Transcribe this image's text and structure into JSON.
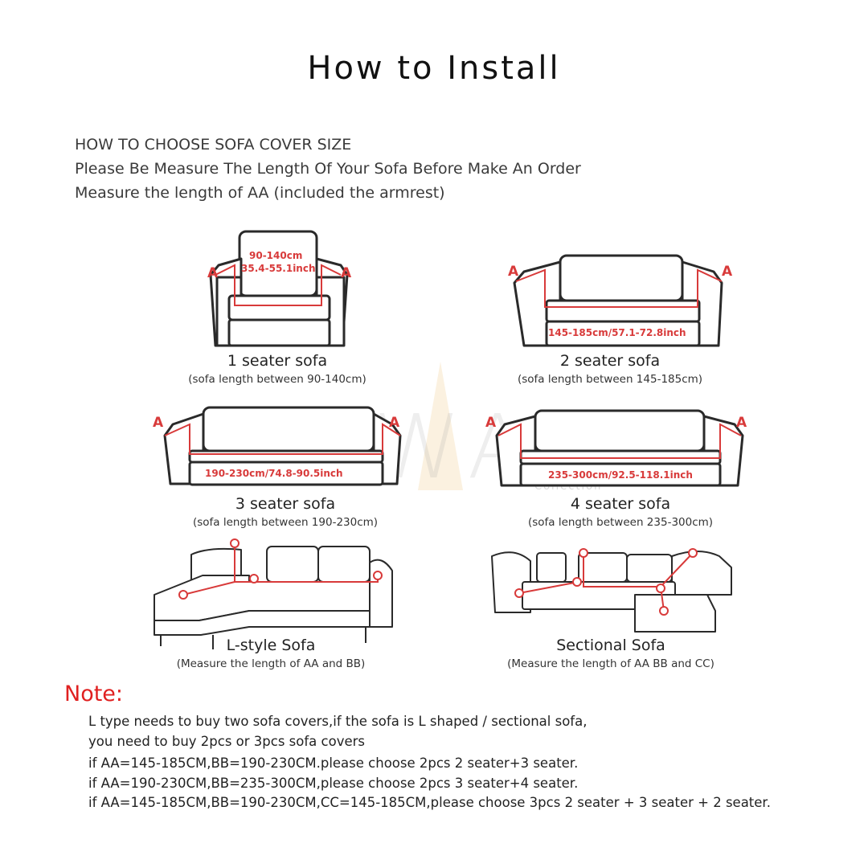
{
  "title": "How  to Install",
  "intro": {
    "line1": "HOW TO CHOOSE SOFA COVER SIZE",
    "line2": "Please Be Measure The Length Of Your Sofa Before Make An Order",
    "line3": "Measure the length of AA (included the armrest)"
  },
  "watermark": {
    "brand": "NEWAGE",
    "sub": "Collection"
  },
  "sofas": [
    {
      "name": "1 seater sofa",
      "sub": "(sofa length between 90-140cm)",
      "dim1": "90-140cm",
      "dim2": "35.4-55.1inch",
      "marker": "A"
    },
    {
      "name": "2 seater sofa",
      "sub": "(sofa length between 145-185cm)",
      "dim": "145-185cm/57.1-72.8inch",
      "marker": "A"
    },
    {
      "name": "3 seater sofa",
      "sub": "(sofa length between 190-230cm)",
      "dim": "190-230cm/74.8-90.5inch",
      "marker": "A"
    },
    {
      "name": "4 seater sofa",
      "sub": "(sofa length between 235-300cm)",
      "dim": "235-300cm/92.5-118.1inch",
      "marker": "A"
    },
    {
      "name": "L-style Sofa",
      "sub": "(Measure the length of AA and BB)"
    },
    {
      "name": "Sectional Sofa",
      "sub": "(Measure the length of AA BB and CC)"
    }
  ],
  "note": {
    "title": "Note:",
    "lines": [
      "L type needs to buy two sofa covers,if the sofa is L shaped / sectional sofa,",
      "you need to buy 2pcs or 3pcs sofa covers",
      "if AA=145-185CM,BB=190-230CM.please choose 2pcs 2 seater+3 seater.",
      "if AA=190-230CM,BB=235-300CM,please choose 2pcs 3 seater+4 seater.",
      "if AA=145-185CM,BB=190-230CM,CC=145-185CM,please choose 3pcs 2 seater + 3 seater + 2 seater."
    ]
  },
  "colors": {
    "accent_red": "#d83a3a",
    "note_red": "#e02020"
  }
}
